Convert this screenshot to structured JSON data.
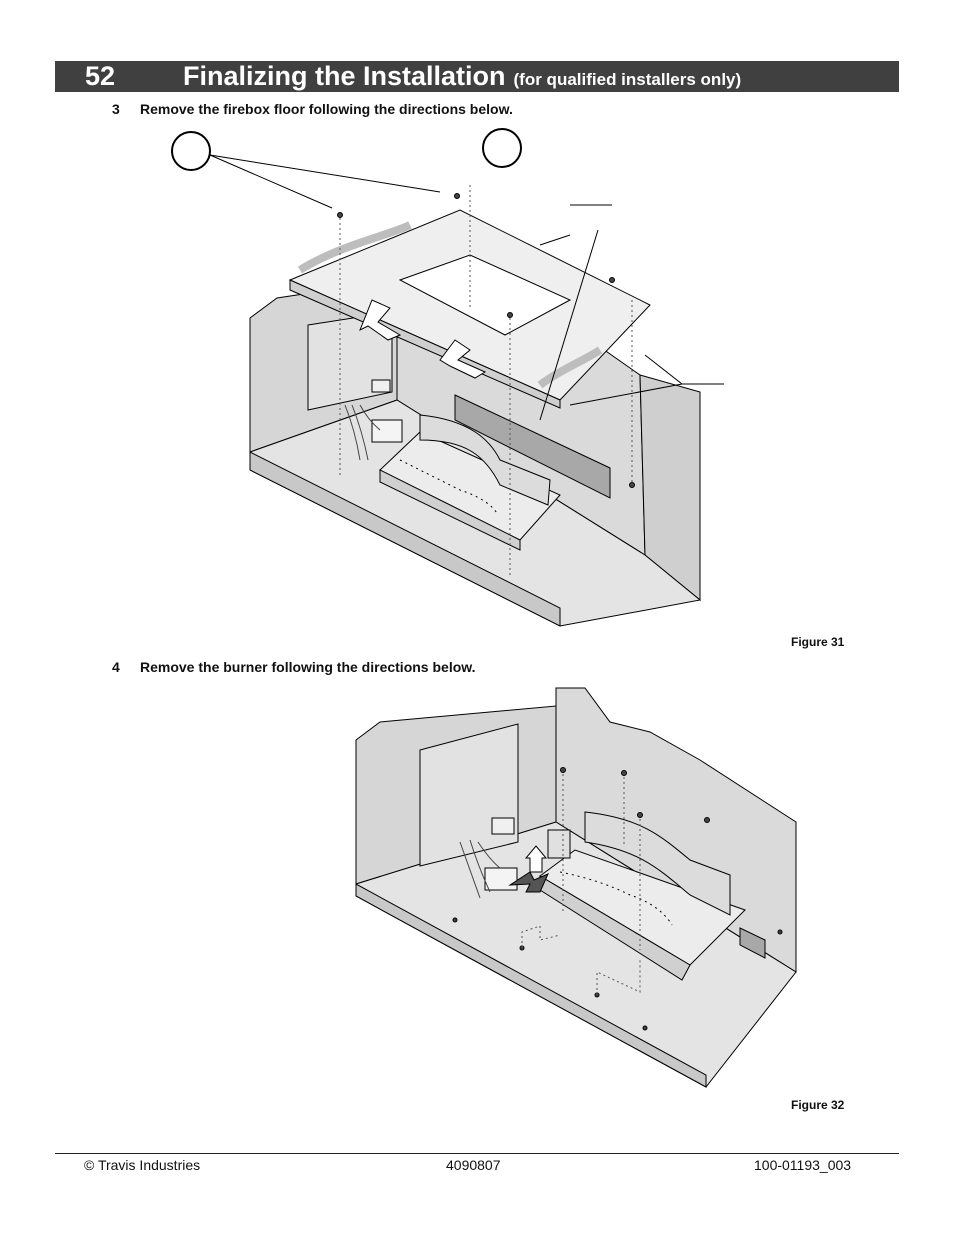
{
  "header": {
    "page_number": "52",
    "title": "Finalizing the Installation",
    "subtitle": "(for qualified installers only)"
  },
  "steps": [
    {
      "number": "3",
      "text": "Remove the firebox floor following the directions below."
    },
    {
      "number": "4",
      "text": "Remove the burner following the directions below."
    }
  ],
  "figures": [
    {
      "label": "Figure 31"
    },
    {
      "label": "Figure 32"
    }
  ],
  "footer": {
    "left": "© Travis Industries",
    "center": "4090807",
    "right": "100-01193_003"
  }
}
